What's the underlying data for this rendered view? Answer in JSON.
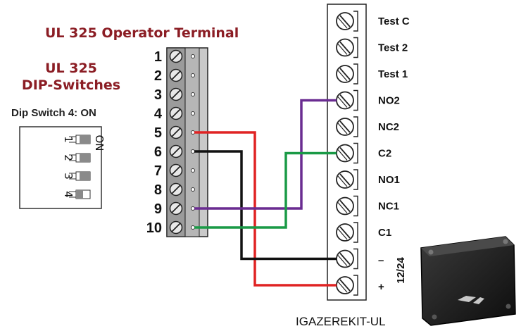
{
  "operator": {
    "title": "UL 325 Operator Terminal",
    "terminals": [
      "1",
      "2",
      "3",
      "4",
      "5",
      "6",
      "7",
      "8",
      "9",
      "10"
    ]
  },
  "dip": {
    "title_line1": "UL 325",
    "title_line2": "DIP-Switches",
    "note": "Dip Switch 4: ON",
    "on_label": "ON",
    "switches": [
      {
        "label": "1",
        "on": false
      },
      {
        "label": "2",
        "on": false
      },
      {
        "label": "3",
        "on": false
      },
      {
        "label": "4",
        "on": true
      }
    ]
  },
  "kit": {
    "terminals": [
      "Test C",
      "Test 2",
      "Test 1",
      "NO2",
      "NC2",
      "C2",
      "NO1",
      "NC1",
      "C1",
      "–",
      "+"
    ],
    "voltage_label": "12/24",
    "caption": "IGAZEREKIT-UL"
  },
  "wires": [
    {
      "color": "#e02323",
      "from": "5",
      "to": "+"
    },
    {
      "color": "#111111",
      "from": "6",
      "to": "–"
    },
    {
      "color": "#6a2c91",
      "from": "9",
      "to": "NO2"
    },
    {
      "color": "#1a9a46",
      "from": "10",
      "to": "C2"
    }
  ]
}
